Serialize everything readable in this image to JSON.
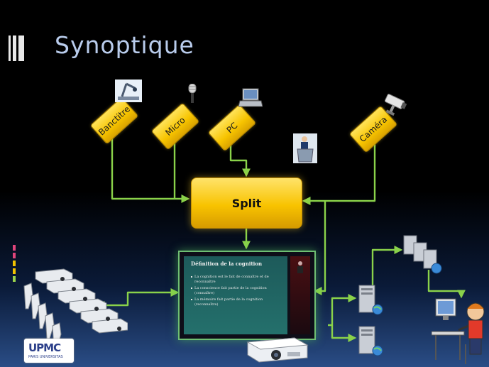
{
  "slide": {
    "title": "Synoptique"
  },
  "inputs": [
    {
      "label": "Banctitre",
      "icon": "camera-stand-icon"
    },
    {
      "label": "Micro",
      "icon": "microphone-icon"
    },
    {
      "label": "PC",
      "icon": "laptop-icon"
    },
    {
      "label": "Caméra",
      "icon": "security-camera-icon"
    }
  ],
  "split": {
    "label": "Split"
  },
  "screen": {
    "title": "Définition de la cognition",
    "bullets": [
      "La cognition est le fait de connaître et de reconnaître",
      "La conscience fait partie de la cognition (connaître)",
      "La mémoire fait partie de la cognition (reconnaître)"
    ]
  },
  "logo": {
    "text": "UPMC",
    "subtext": "PARIS UNIVERSITAS"
  },
  "colors": {
    "wire": "#8ad24a",
    "tag": "#f7c400",
    "title": "#b9ccec",
    "accent_pink": "#e0457b",
    "accent_yellow": "#f2c200"
  }
}
